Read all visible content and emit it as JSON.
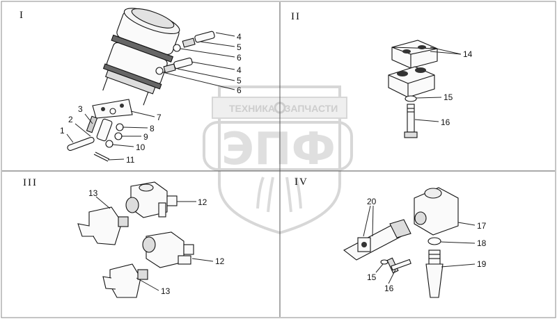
{
  "sections": [
    {
      "id": "I",
      "numeral": "I"
    },
    {
      "id": "II",
      "numeral": "II"
    },
    {
      "id": "III",
      "numeral": "III"
    },
    {
      "id": "IV",
      "numeral": "IV"
    }
  ],
  "callouts": {
    "I": [
      "4",
      "5",
      "6",
      "4",
      "5",
      "6",
      "7",
      "8",
      "9",
      "10",
      "11",
      "1",
      "2",
      "3"
    ],
    "II": [
      "14",
      "15",
      "16"
    ],
    "III": [
      "12",
      "12",
      "13",
      "13"
    ],
    "IV": [
      "20",
      "17",
      "18",
      "19",
      "15",
      "16"
    ]
  },
  "watermark": {
    "banner_left": "ТЕХНИКА",
    "banner_right": "ЗАПЧАСТИ",
    "big": "ЭПФ"
  },
  "colors": {
    "line": "#222222",
    "watermark": "#d8d8d8",
    "background": "#ffffff"
  }
}
